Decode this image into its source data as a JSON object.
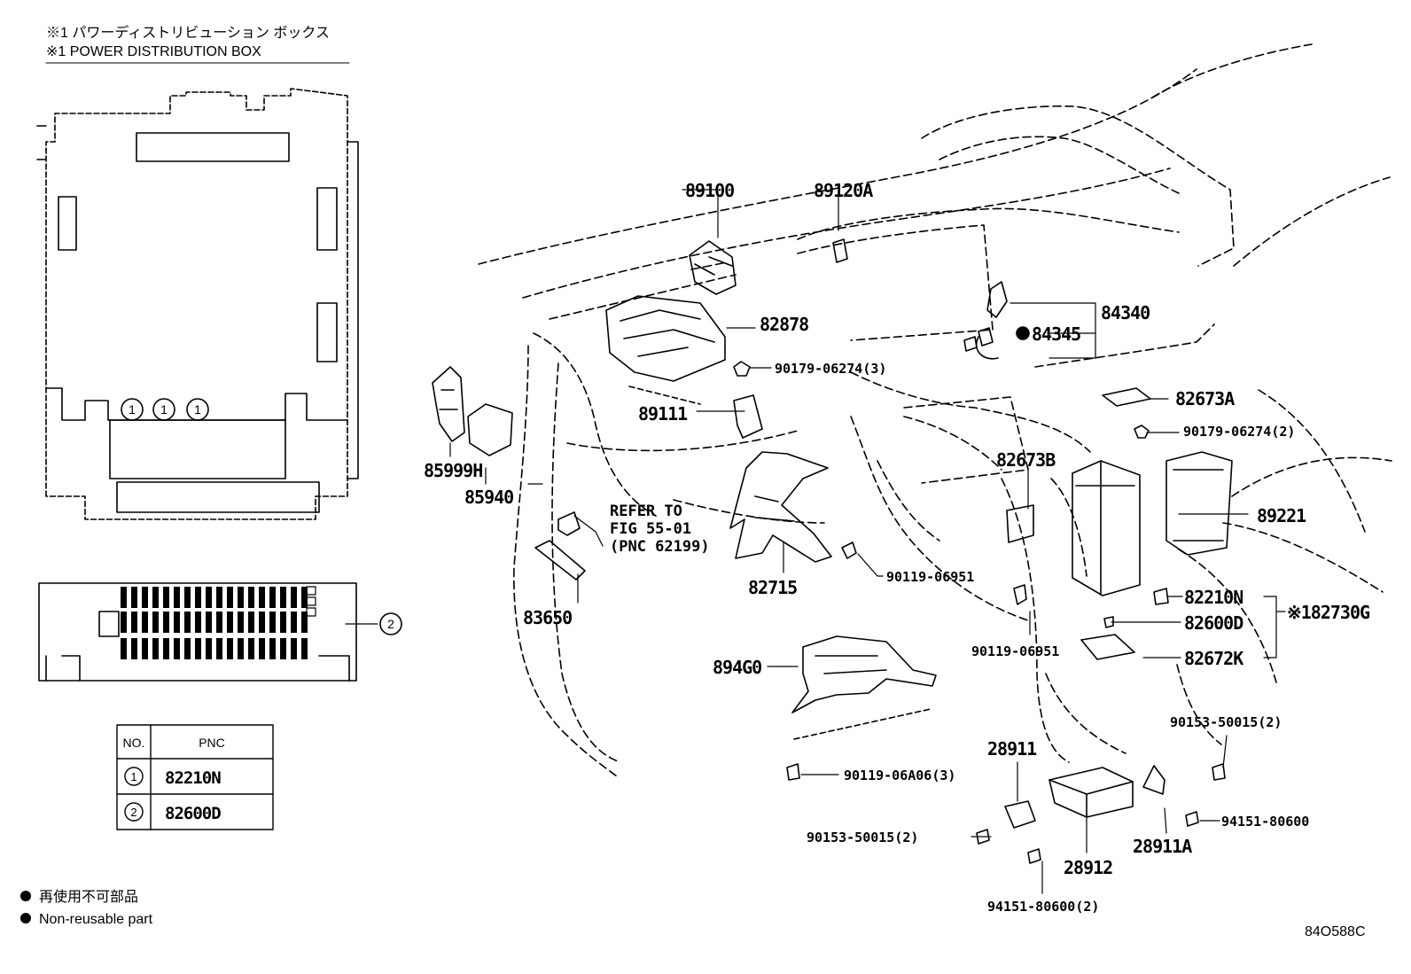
{
  "header": {
    "line_jp": "※1 パワーディストリビューション ボックス",
    "line_en": "※1 POWER DISTRIBUTION BOX"
  },
  "parts": {
    "p89100": "89100",
    "p89120A": "89120A",
    "p82878": "82878",
    "p84340": "84340",
    "p84345": "84345",
    "p90179_3": "90179-06274(3)",
    "p82673A": "82673A",
    "p89111": "89111",
    "p90179_2": "90179-06274(2)",
    "p85999H": "85999H",
    "p85940": "85940",
    "p82673B": "82673B",
    "p89221": "89221",
    "ref_line1": "REFER TO",
    "ref_line2": "FIG 55-01",
    "ref_line3": "(PNC 62199)",
    "p90119_a": "90119-06951",
    "p82715": "82715",
    "p82210N": "82210N",
    "p83650": "83650",
    "p82600D": "82600D",
    "p82730G": "※182730G",
    "p90119_b": "90119-06951",
    "p82672K": "82672K",
    "p894G0": "894G0",
    "p90153_r": "90153-50015(2)",
    "p28911": "28911",
    "p90119_06A06": "90119-06A06(3)",
    "p94151_r": "94151-80600",
    "p90153_l": "90153-50015(2)",
    "p28911A": "28911A",
    "p28912": "28912",
    "p94151_b": "94151-80600(2)"
  },
  "callouts": {
    "c1": "1",
    "c2": "2"
  },
  "table": {
    "headers": [
      "NO.",
      "PNC"
    ],
    "rows": [
      {
        "no": "1",
        "pnc": "82210N"
      },
      {
        "no": "2",
        "pnc": "82600D"
      }
    ]
  },
  "legend": {
    "jp": "再使用不可部品",
    "en": "Non-reusable part"
  },
  "figure_code": "84O588C"
}
